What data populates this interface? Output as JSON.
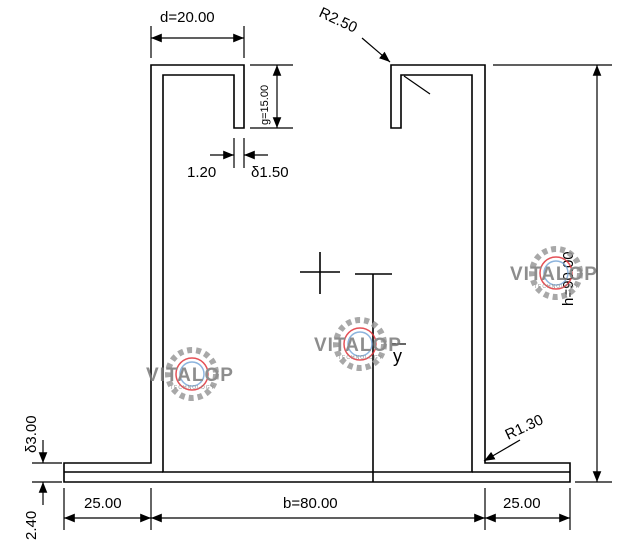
{
  "labels": {
    "d": "d=20.00",
    "g": "g=15.00",
    "r_top": "R2.50",
    "t1": "1.20",
    "t2": "δ1.50",
    "h": "h=90.00",
    "y": "y",
    "t3": "δ3.00",
    "r_bottom": "R1.30",
    "base_t": "2.40",
    "left_flange": "25.00",
    "b": "b=80.00",
    "right_flange": "25.00"
  },
  "watermark": {
    "brand": "VITALOP",
    "sub": "TECHNOLOGY"
  },
  "colors": {
    "line": "#000000",
    "watermark_gray": "#7a7a7a",
    "watermark_red": "#e0333a"
  }
}
